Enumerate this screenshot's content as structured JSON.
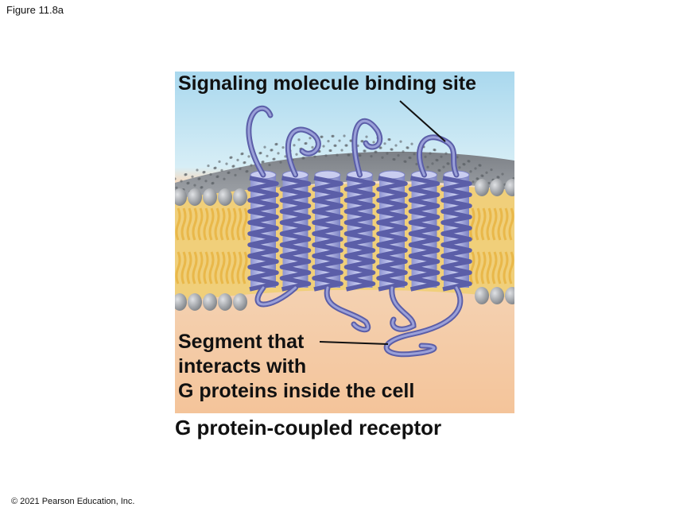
{
  "figure_label": "Figure 11.8a",
  "copyright": "© 2021 Pearson Education, Inc.",
  "labels": {
    "binding_site": "Signaling molecule binding site",
    "segment_line1": "Segment that",
    "segment_line2": "interacts with",
    "segment_line3": "G proteins inside the cell"
  },
  "caption": "G protein-coupled receptor",
  "colors": {
    "extracellular": "#bfe3f3",
    "cytoplasm": "#f6c9a0",
    "lipid_tails": "#e9b84a",
    "phospholipid_heads": "#9a9ea3",
    "helix": "#5b5ea8",
    "helix_light": "#9aa0d8"
  },
  "helix_count": 7
}
